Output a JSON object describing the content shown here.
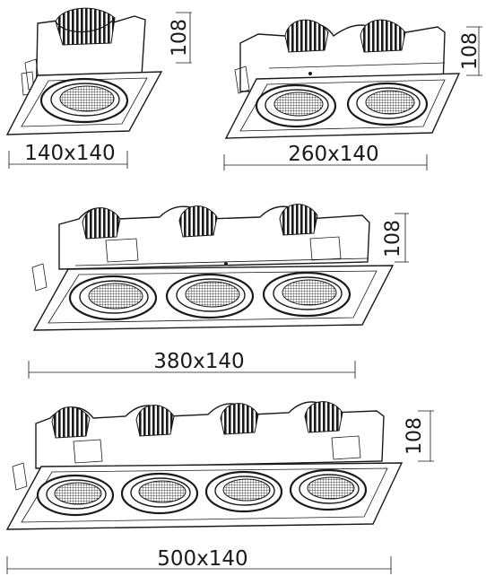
{
  "figures": [
    {
      "id": "1x",
      "modules": 1,
      "width_label": "140x140",
      "height_label": "108"
    },
    {
      "id": "2x",
      "modules": 2,
      "width_label": "260x140",
      "height_label": "108"
    },
    {
      "id": "3x",
      "modules": 3,
      "width_label": "380x140",
      "height_label": "108"
    },
    {
      "id": "4x",
      "modules": 4,
      "width_label": "500x140",
      "height_label": "108"
    }
  ],
  "colors": {
    "line": "#1a1a1a",
    "background": "#ffffff"
  }
}
